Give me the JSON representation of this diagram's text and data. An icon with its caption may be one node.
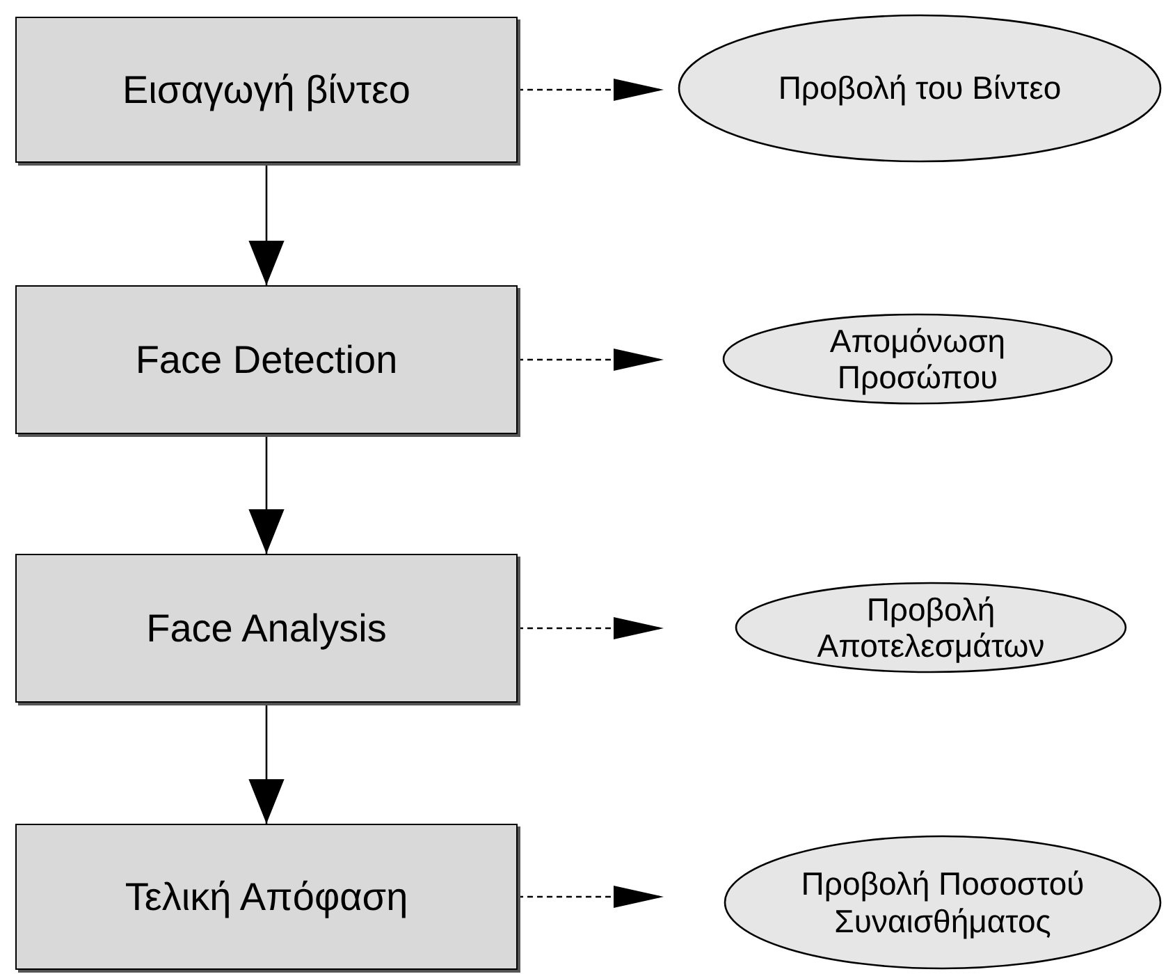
{
  "diagram": {
    "nodes": [
      {
        "text": [
          "Εισαγωγή βίντεο"
        ]
      },
      {
        "text": [
          "Προβολή του Βίντεο"
        ]
      },
      {
        "text": [
          "Face Detection"
        ]
      },
      {
        "text": [
          "Απομόνωση Προσώπου"
        ]
      },
      {
        "text": [
          "Face Analysis"
        ]
      },
      {
        "text": [
          "Προβολή Αποτελεσμάτων"
        ]
      },
      {
        "text": [
          "Τελική Απόφαση"
        ]
      },
      {
        "text": [
          "Προβολή Ποσοστού Συναισθήματος"
        ]
      }
    ],
    "edges": [
      {
        "from": 0,
        "to": 1,
        "arrow": "to",
        "style": "dashed"
      },
      {
        "from": 0,
        "to": 2,
        "arrow": "to"
      },
      {
        "from": 2,
        "to": 3,
        "arrow": "to",
        "style": "dashed"
      },
      {
        "from": 2,
        "to": 4,
        "arrow": "to"
      },
      {
        "from": 4,
        "to": 5,
        "arrow": "to",
        "style": "dashed"
      },
      {
        "from": 4,
        "to": 6,
        "arrow": "to"
      },
      {
        "from": 6,
        "to": 7,
        "arrow": "to",
        "style": "dashed"
      }
    ]
  }
}
